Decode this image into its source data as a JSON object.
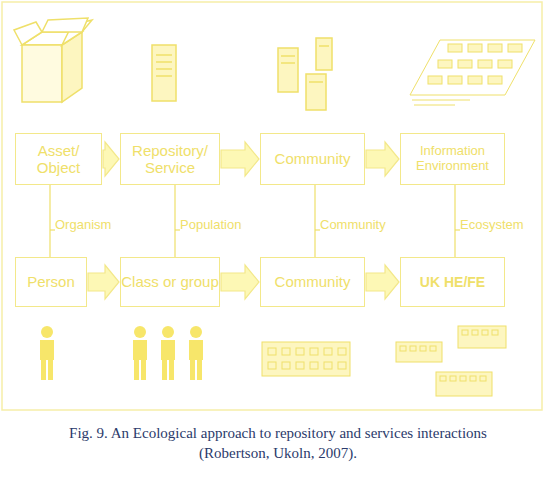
{
  "diagram": {
    "caption": "Fig. 9. An Ecological approach to repository and services interactions (Robertson, Ukoln, 2007).",
    "nodes": [
      {
        "text": [
          "Asset/ Object"
        ]
      },
      {
        "text": [
          "Repository/ Service"
        ]
      },
      {
        "text": [
          "Community"
        ]
      },
      {
        "text": [
          "Information Environment"
        ]
      },
      {
        "text": [
          "Person"
        ]
      },
      {
        "text": [
          "Class or group"
        ]
      },
      {
        "text": [
          "Community"
        ]
      },
      {
        "text": [
          "UK HE/FE"
        ]
      }
    ],
    "edges": [
      {
        "from": 0,
        "to": 1,
        "arrow": "to"
      },
      {
        "from": 1,
        "to": 2,
        "arrow": "to"
      },
      {
        "from": 2,
        "to": 3,
        "arrow": "to"
      },
      {
        "from": 4,
        "to": 5,
        "arrow": "to"
      },
      {
        "from": 5,
        "to": 6,
        "arrow": "to"
      },
      {
        "from": 6,
        "to": 7,
        "arrow": "to"
      },
      {
        "from": 0,
        "to": 4,
        "label": "Organism",
        "arrow": "none"
      },
      {
        "from": 1,
        "to": 5,
        "label": "Population",
        "arrow": "none"
      },
      {
        "from": 2,
        "to": 6,
        "label": "Community",
        "arrow": "none"
      },
      {
        "from": 3,
        "to": 7,
        "label": "Ecosystem",
        "arrow": "none"
      }
    ]
  }
}
